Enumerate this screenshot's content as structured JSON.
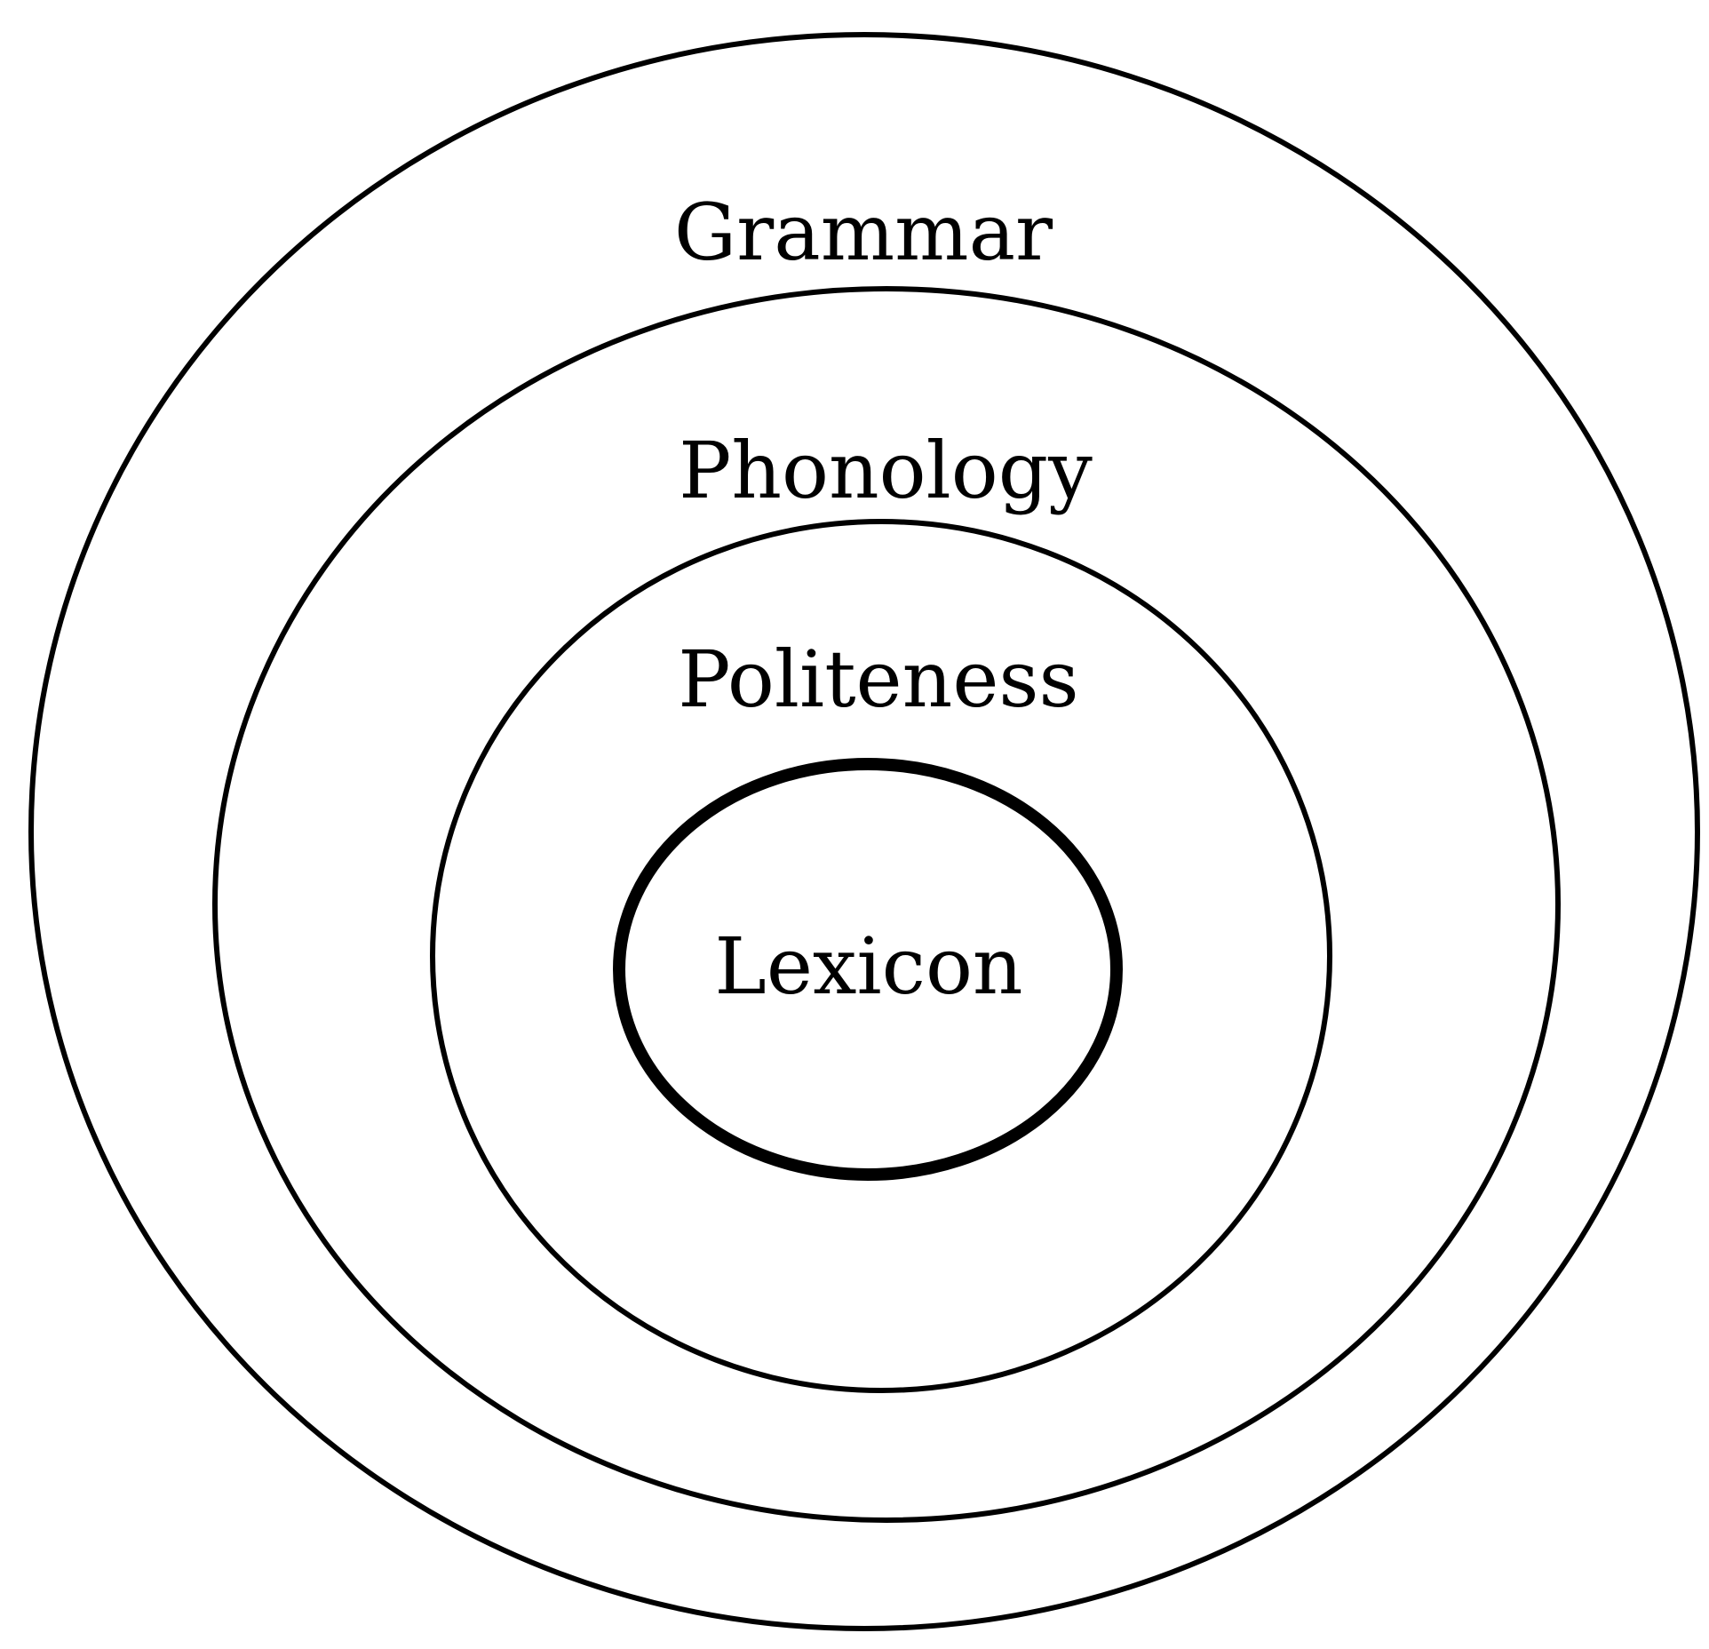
{
  "diagram": {
    "type": "nested-ellipses",
    "stroke_color": "#000000",
    "background_color": "#ffffff",
    "layers": [
      {
        "id": "grammar",
        "label": "Grammar",
        "emphasized": false
      },
      {
        "id": "phonology",
        "label": "Phonology",
        "emphasized": false
      },
      {
        "id": "politeness",
        "label": "Politeness",
        "emphasized": false
      },
      {
        "id": "lexicon",
        "label": "Lexicon",
        "emphasized": true
      }
    ]
  }
}
